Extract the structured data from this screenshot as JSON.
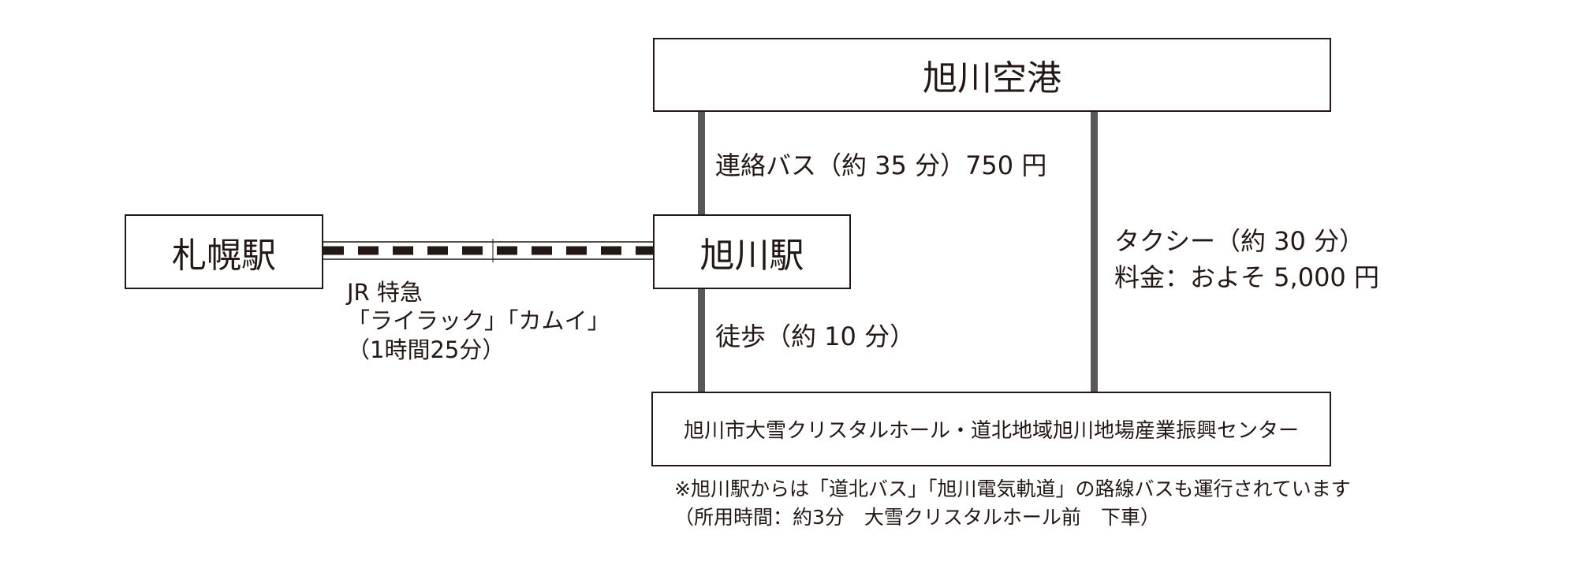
{
  "nodes": {
    "airport": "旭川空港",
    "sapporo": "札幌駅",
    "asahikawa_station": "旭川駅",
    "hall": "旭川市大雪クリスタルホール・道北地域旭川地場産業振興センター"
  },
  "routes": {
    "bus": "連絡バス（約 35 分）750 円",
    "walk": "徒歩（約 10 分）",
    "taxi_line1": "タクシー（約 30 分）",
    "taxi_line2": "料金：およそ 5,000 円",
    "jr_line1": "JR 特急",
    "jr_line2": "「ライラック」「カムイ」",
    "jr_line3": "（1時間25分）"
  },
  "note": {
    "line1": "※旭川駅からは「道北バス」「旭川電気軌道」の路線バスも運行されています",
    "line2": "（所用時間：約3分　大雪クリスタルホール前　下車）"
  },
  "colors": {
    "box_border": "#231815",
    "connector": "#595757",
    "rail": "#231815"
  }
}
